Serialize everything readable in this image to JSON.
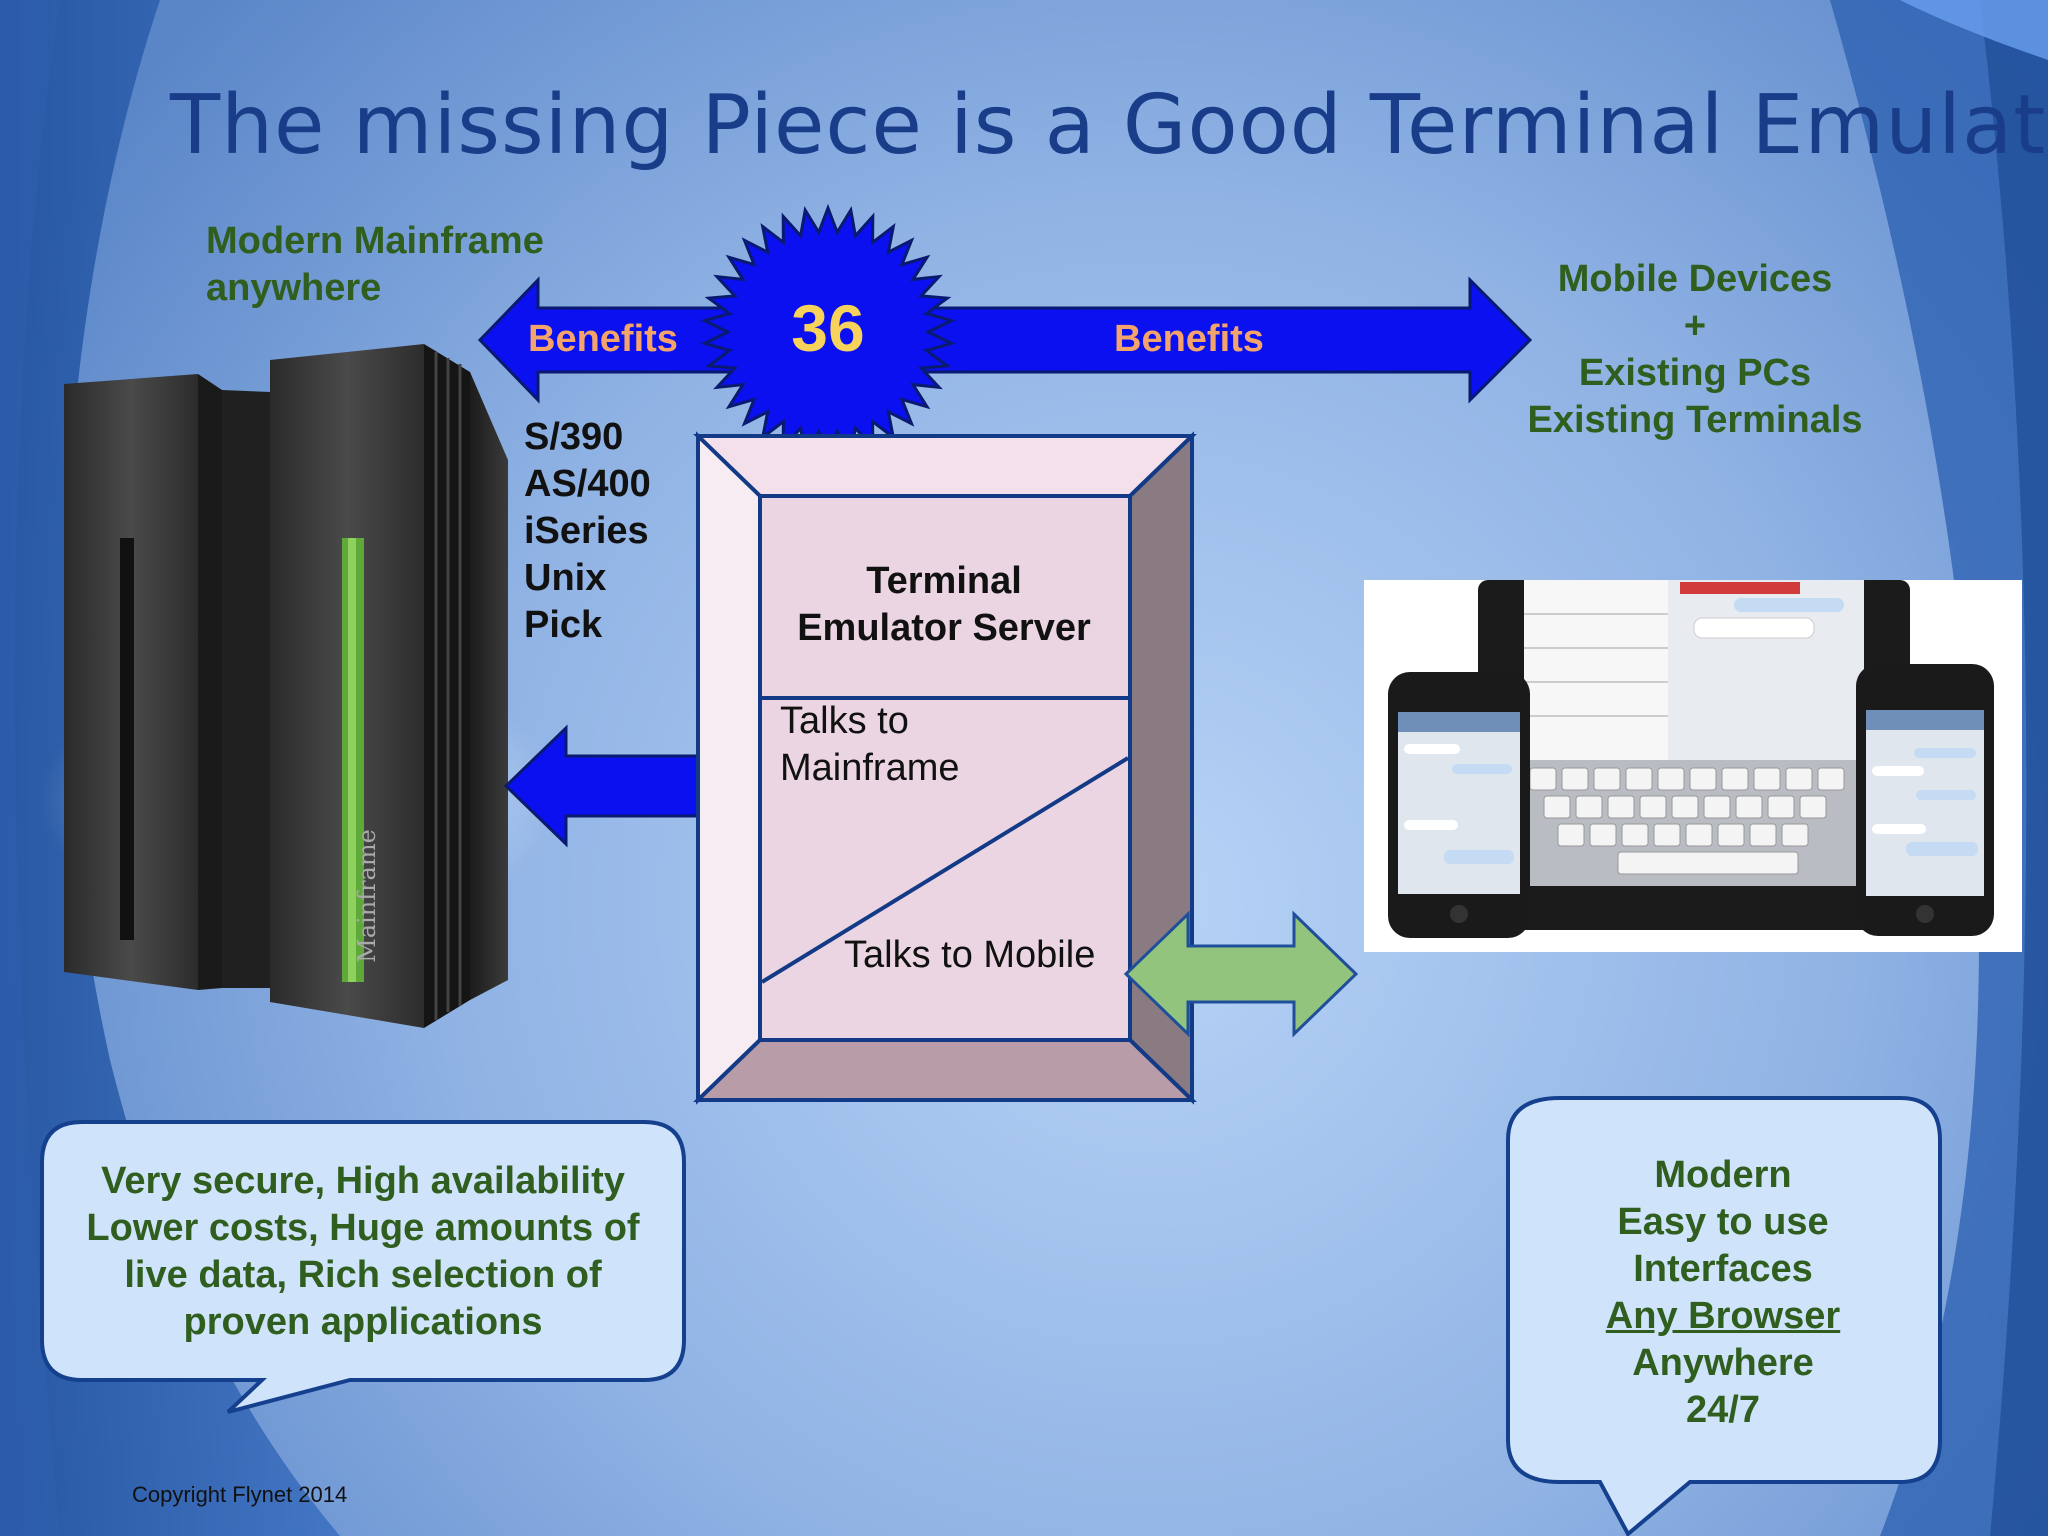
{
  "slide": {
    "title": "The missing Piece is a Good Terminal Emulator",
    "left_heading": [
      "Modern Mainframe",
      "anywhere"
    ],
    "right_heading": [
      "Mobile Devices",
      "+",
      "Existing PCs",
      "Existing Terminals"
    ],
    "benefits_left": "Benefits",
    "benefits_right": "Benefits",
    "badge_number": "36",
    "systems": [
      "S/390",
      "AS/400",
      "iSeries",
      "Unix",
      "Pick"
    ],
    "server_title": [
      "Terminal",
      "Emulator Server"
    ],
    "talks_mainframe": [
      "Talks to",
      "Mainframe"
    ],
    "talks_mobile": "Talks to Mobile",
    "mainframe_label": "Mainframe",
    "callout_left": [
      "Very secure, High availability",
      "Lower costs, Huge amounts of",
      "live data, Rich selection of",
      "proven applications"
    ],
    "callout_right": [
      "Modern",
      "Easy to use",
      "Interfaces",
      "Any Browser",
      "Anywhere",
      "24/7"
    ],
    "copyright": "Copyright  Flynet 2014"
  },
  "colors": {
    "background": "#8fb2e0",
    "title": "#1a3d8a",
    "heading_green": "#2f5e1e",
    "arrow_blue": "#0a10f0",
    "arrow_green": "#93c47d",
    "benefits_orange": "#f4a46a",
    "badge_yellow": "#f8d35c",
    "box_pink": "#ecd5e2",
    "callout_fill": "#cfe3fb"
  },
  "icons": {
    "mainframe": "mainframe-server-icon",
    "devices": "mobile-devices-photo"
  }
}
